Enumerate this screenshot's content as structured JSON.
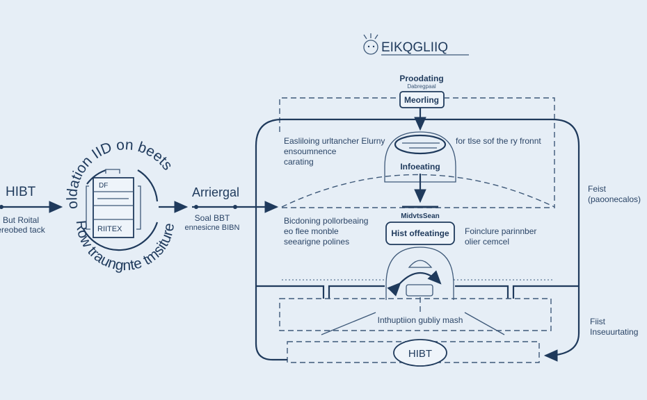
{
  "logo": {
    "text": "EIKQGLIIQ",
    "icon": "sun-face-icon"
  },
  "top": {
    "heading": "Proodating",
    "subheading": "Dabregpaal",
    "box_label": "Meorling"
  },
  "upper_left": [
    "Easliloing urltancher Elurny",
    "ensoumnence",
    "carating"
  ],
  "upper_right": "for tlse sof the ry fronnt",
  "dome_label": "Infoeating",
  "middle": {
    "heading": "MidvtsSean",
    "box_label": "Hist offeatinge"
  },
  "middle_left": [
    "Bicdoning pollorbeaing",
    "eo flee monble",
    "seearigne polines"
  ],
  "middle_right": [
    "Foinclure parinnber",
    "olier cemcel"
  ],
  "bottom_label": "Inthuptiion gubliy mash",
  "bottom_node": "HIBT",
  "right_labels": {
    "upper": [
      "Feist",
      "(paoonecalos)"
    ],
    "lower": [
      "Fiist",
      "Inseuurtating"
    ]
  },
  "left": {
    "title": "HIBT",
    "caption": [
      "But Roital",
      "ereobed tack"
    ],
    "arc_top": "oldation IID on beets",
    "arc_bottom": "Row traungnte tmsiture",
    "stack_top": "DF",
    "stack_bottom": "RIITEX"
  },
  "connector": {
    "title": "Arriergal",
    "caption": [
      "Soal BBT",
      "ennesicne BIBN"
    ]
  }
}
